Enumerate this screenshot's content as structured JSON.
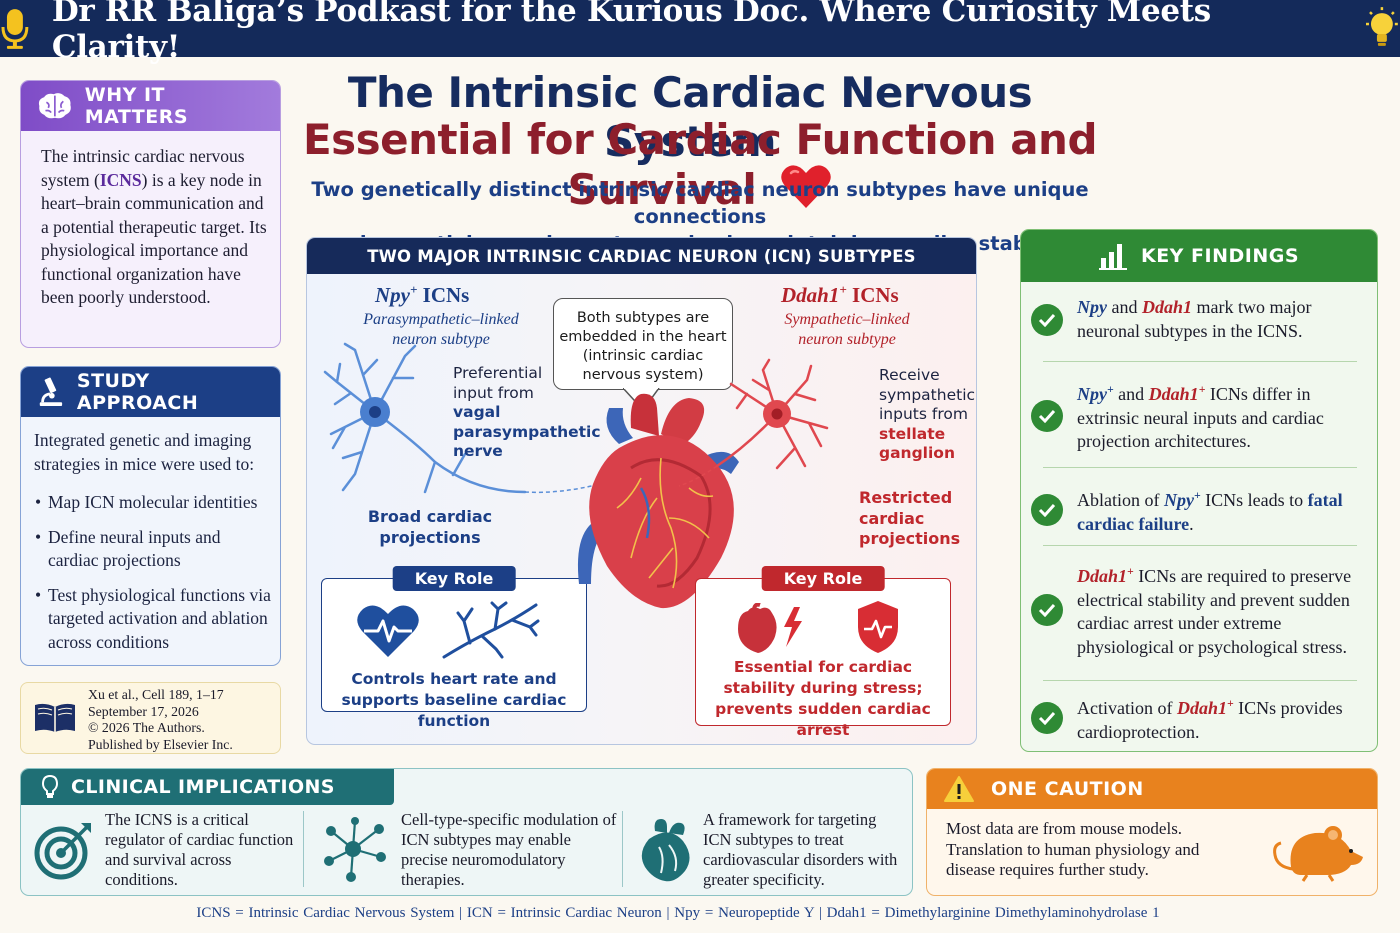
{
  "banner": {
    "text": "Dr RR Baliga’s Podkast for the Kurious Doc. Where Curiosity Meets Clarity!"
  },
  "title": {
    "line1": "The Intrinsic Cardiac Nervous System",
    "line2": "Essential for Cardiac Function and Survival",
    "subtitle_line1": "Two genetically distinct intrinsic cardiac neuron subtypes have unique connections",
    "subtitle_line2": "and essential, complementary roles in maintaining cardiac stability."
  },
  "why": {
    "heading": "WHY IT MATTERS",
    "text_before": "The intrinsic cardiac nervous system (",
    "highlight": "ICNS",
    "text_after": ") is a key node in heart–brain communication and a potential therapeutic target. Its physiological importance and functional organization have been poorly understood."
  },
  "study": {
    "heading": "STUDY APPROACH",
    "intro": "Integrated genetic and imaging strategies in mice were used to:",
    "items": [
      "Map ICN molecular identities",
      "Define neural inputs and cardiac projections",
      "Test physiological functions via targeted activation and ablation across conditions"
    ]
  },
  "citation": {
    "line1": "Xu et al., Cell 189, 1–17",
    "line2": "September 17, 2026",
    "line3": "© 2026 The Authors.",
    "line4": "Published by Elsevier Inc."
  },
  "subtypes": {
    "heading": "TWO MAJOR INTRINSIC CARDIAC NEURON (ICN) SUBTYPES",
    "callout": "Both subtypes are embedded in the heart (intrinsic cardiac nervous system)",
    "npy": {
      "gene": "Npy",
      "sup": "+",
      "suffix": "ICNs",
      "sub1": "Parasympathetic–linked",
      "sub2": "neuron subtype",
      "input_plain": "Preferential input from",
      "input_bold": "vagal parasympathetic nerve",
      "projection": "Broad cardiac projections",
      "role_label": "Key Role",
      "role_text": "Controls heart rate and supports baseline cardiac function"
    },
    "ddah": {
      "gene": "Ddah1",
      "sup": "+",
      "suffix": "ICNs",
      "sub1": "Sympathetic–linked",
      "sub2": "neuron subtype",
      "input_plain": "Receive sympathetic inputs from",
      "input_bold": "stellate ganglion",
      "projection": "Restricted cardiac projections",
      "role_label": "Key Role",
      "role_text": "Essential for cardiac stability during stress; prevents sudden cardiac arrest"
    }
  },
  "findings": {
    "heading": "KEY FINDINGS",
    "f1": {
      "g1": "Npy",
      "mid": " and ",
      "g2": "Ddah1",
      "rest": " mark two major neuronal subtypes in the ICNS."
    },
    "f2": {
      "g1": "Npy",
      "sup": "+",
      "mid": " and ",
      "g2": "Ddah1",
      "rest": " ICNs differ in extrinsic neural inputs and cardiac projection architectures."
    },
    "f3": {
      "pre": "Ablation of ",
      "g1": "Npy",
      "sup": "+",
      "mid": " ICNs leads to ",
      "bold": "fatal cardiac failure",
      "end": "."
    },
    "f4": {
      "g1": "Ddah1",
      "sup": "+",
      "rest": " ICNs are required to preserve electrical stability and prevent sudden cardiac arrest under extreme physiological or psychological stress."
    },
    "f5": {
      "pre": "Activation of ",
      "g1": "Ddah1",
      "sup": "+",
      "rest": " ICNs provides cardioprotection."
    }
  },
  "clinical": {
    "heading": "CLINICAL IMPLICATIONS",
    "items": [
      "The ICNS is a critical regulator of cardiac function and survival across conditions.",
      "Cell-type-specific modulation of ICN subtypes may enable precise neuromodulatory therapies.",
      "A framework for targeting ICN subtypes to treat cardiovascular disorders with greater specificity."
    ]
  },
  "caution": {
    "heading": "ONE CAUTION",
    "text": "Most data are from mouse models. Translation to human physiology and disease requires further study."
  },
  "footer": "ICNS = Intrinsic Cardiac Nervous System   |   ICN = Intrinsic Cardiac Neuron   |   Npy = Neuropeptide Y   |   Ddah1 = Dimethylarginine Dimethylaminohydrolase 1",
  "colors": {
    "navy": "#142a5a",
    "maroon": "#8d1f2c",
    "purple": "#7f4cc7",
    "green": "#2f8a35",
    "teal": "#1f6f75",
    "orange": "#e8821e",
    "red": "#c0282d"
  }
}
